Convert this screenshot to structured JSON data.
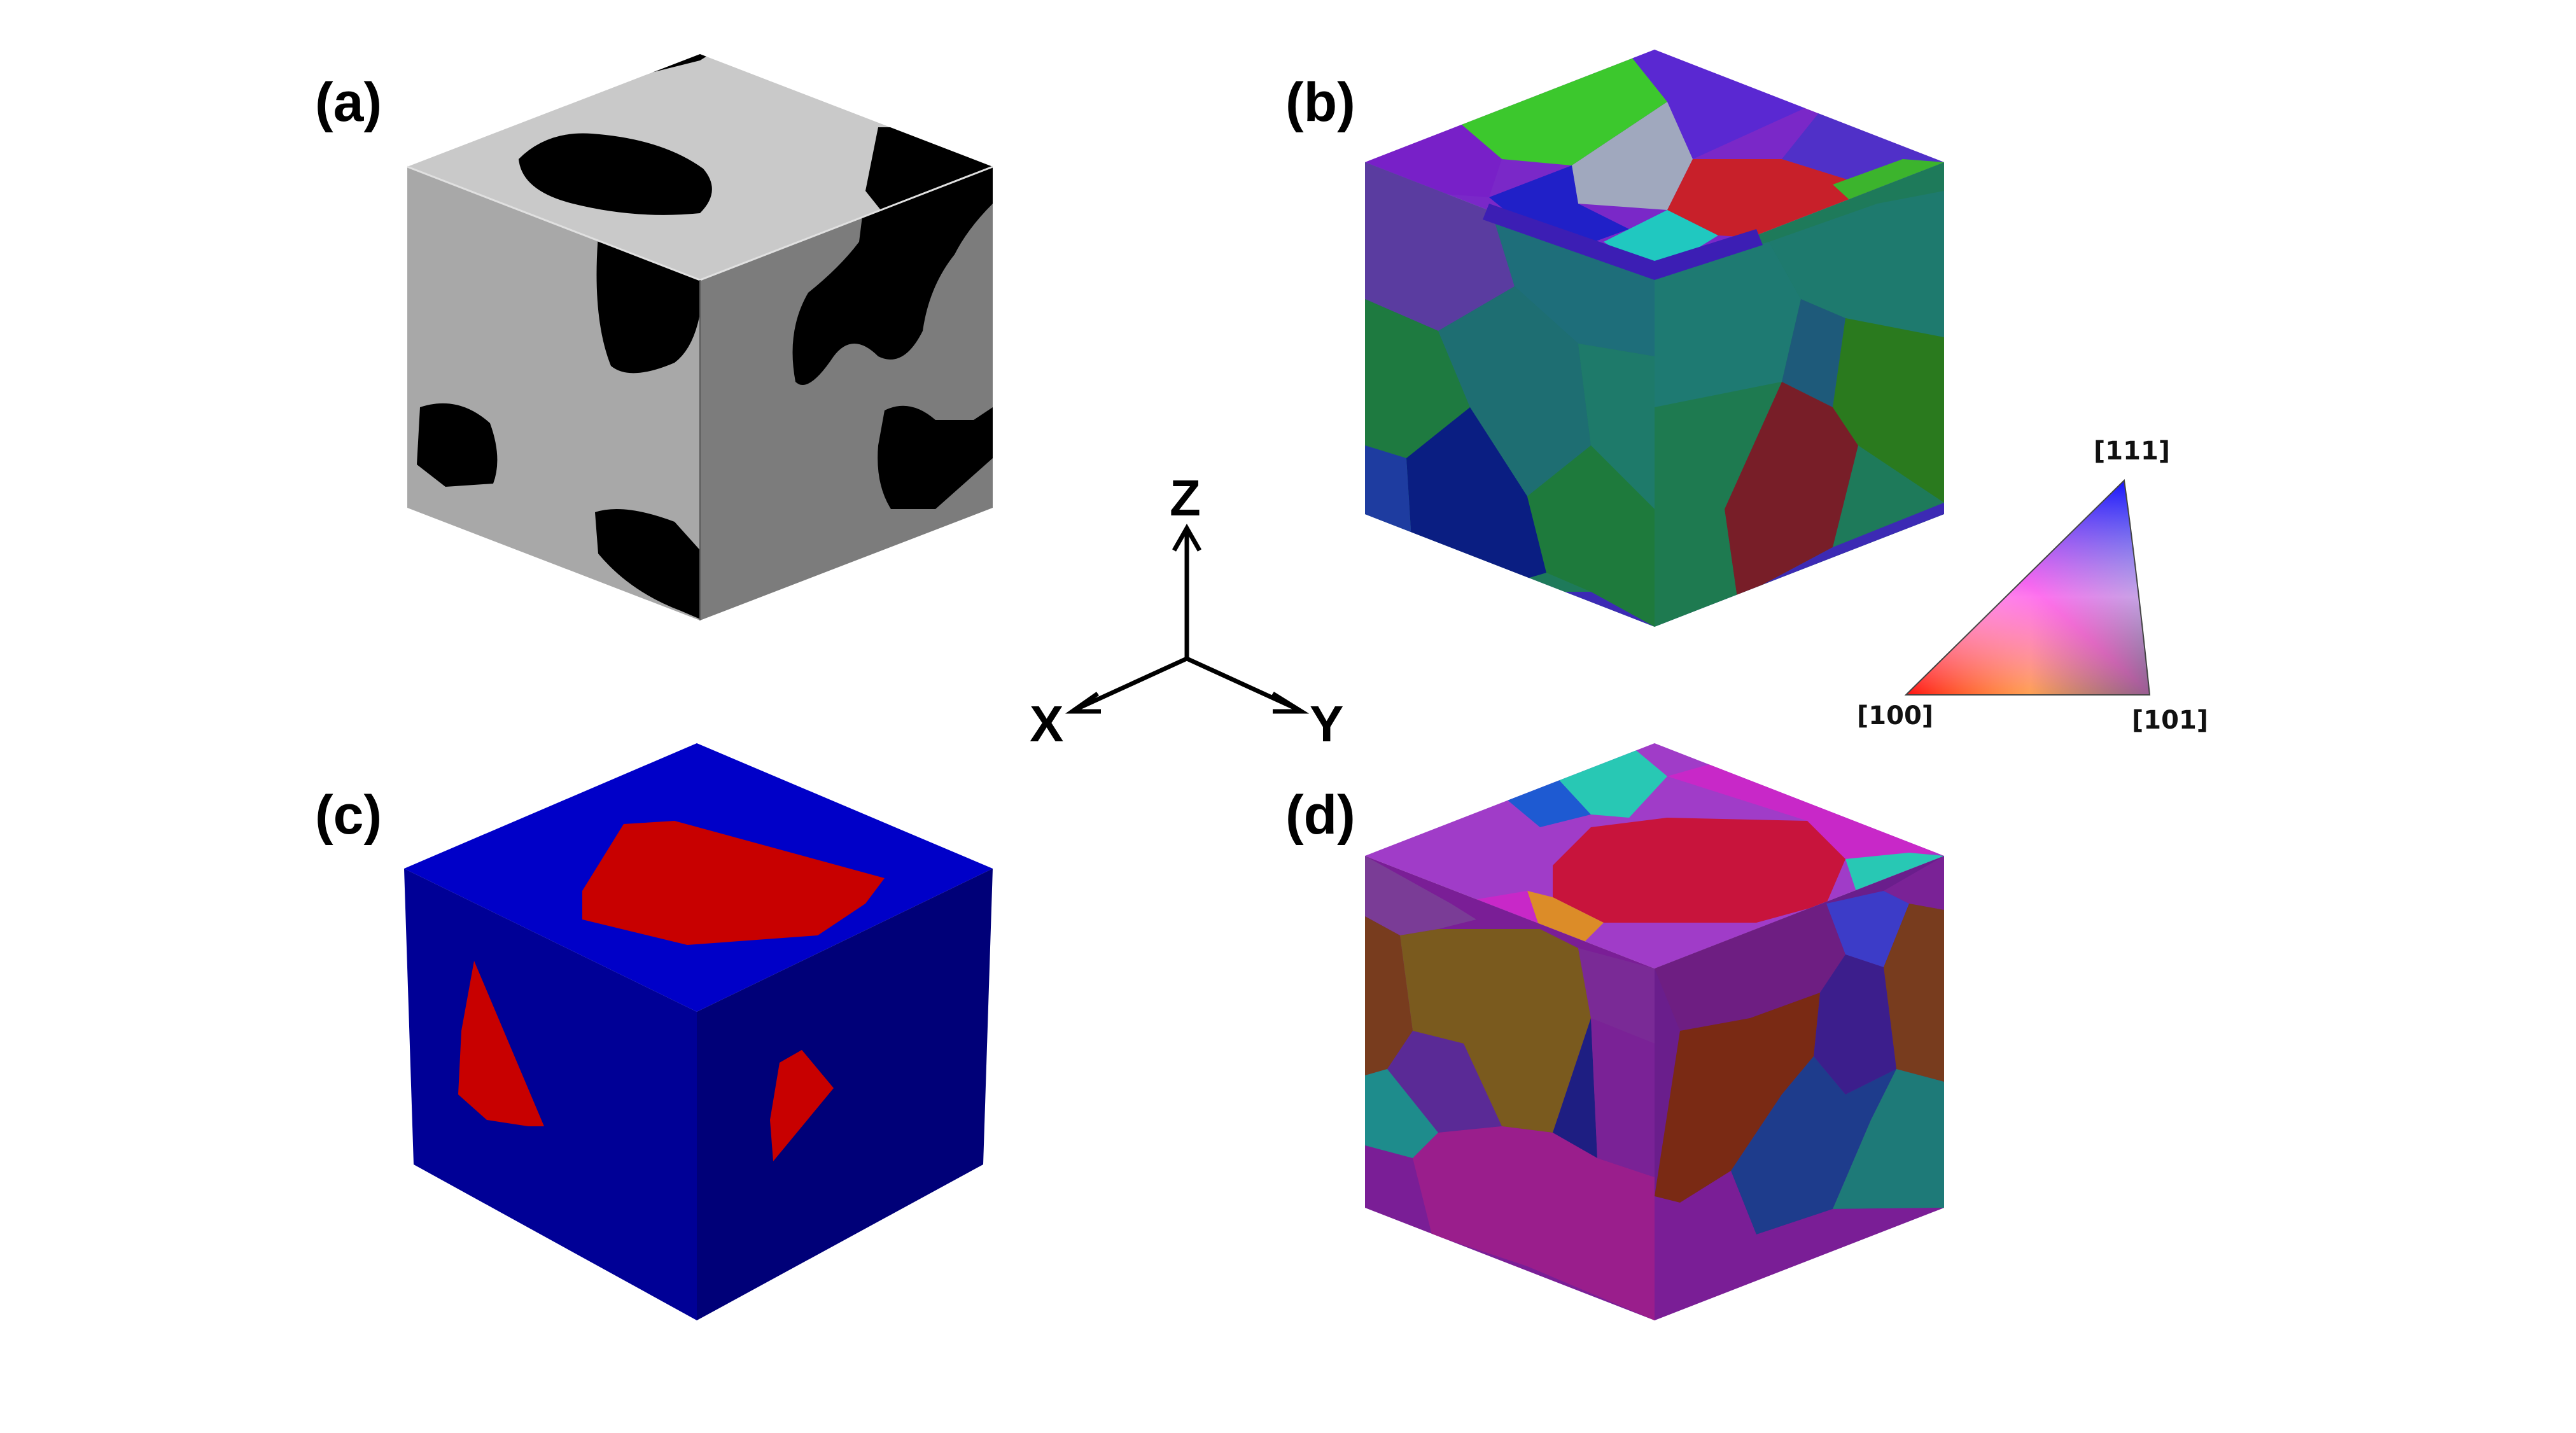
{
  "panels": {
    "a": {
      "label": "(a)"
    },
    "b": {
      "label": "(b)"
    },
    "c": {
      "label": "(c)"
    },
    "d": {
      "label": "(d)"
    }
  },
  "axes": {
    "z": "Z",
    "x": "X",
    "y": "Y"
  },
  "ipf_key": {
    "v111": "[111]",
    "v100": "[100]",
    "v101": "[101]"
  },
  "colors": {
    "phase_light": "#c8c8c8",
    "phase_dark": "#000000",
    "matrix_blue": "#0000c8",
    "grain_red": "#c80000"
  }
}
